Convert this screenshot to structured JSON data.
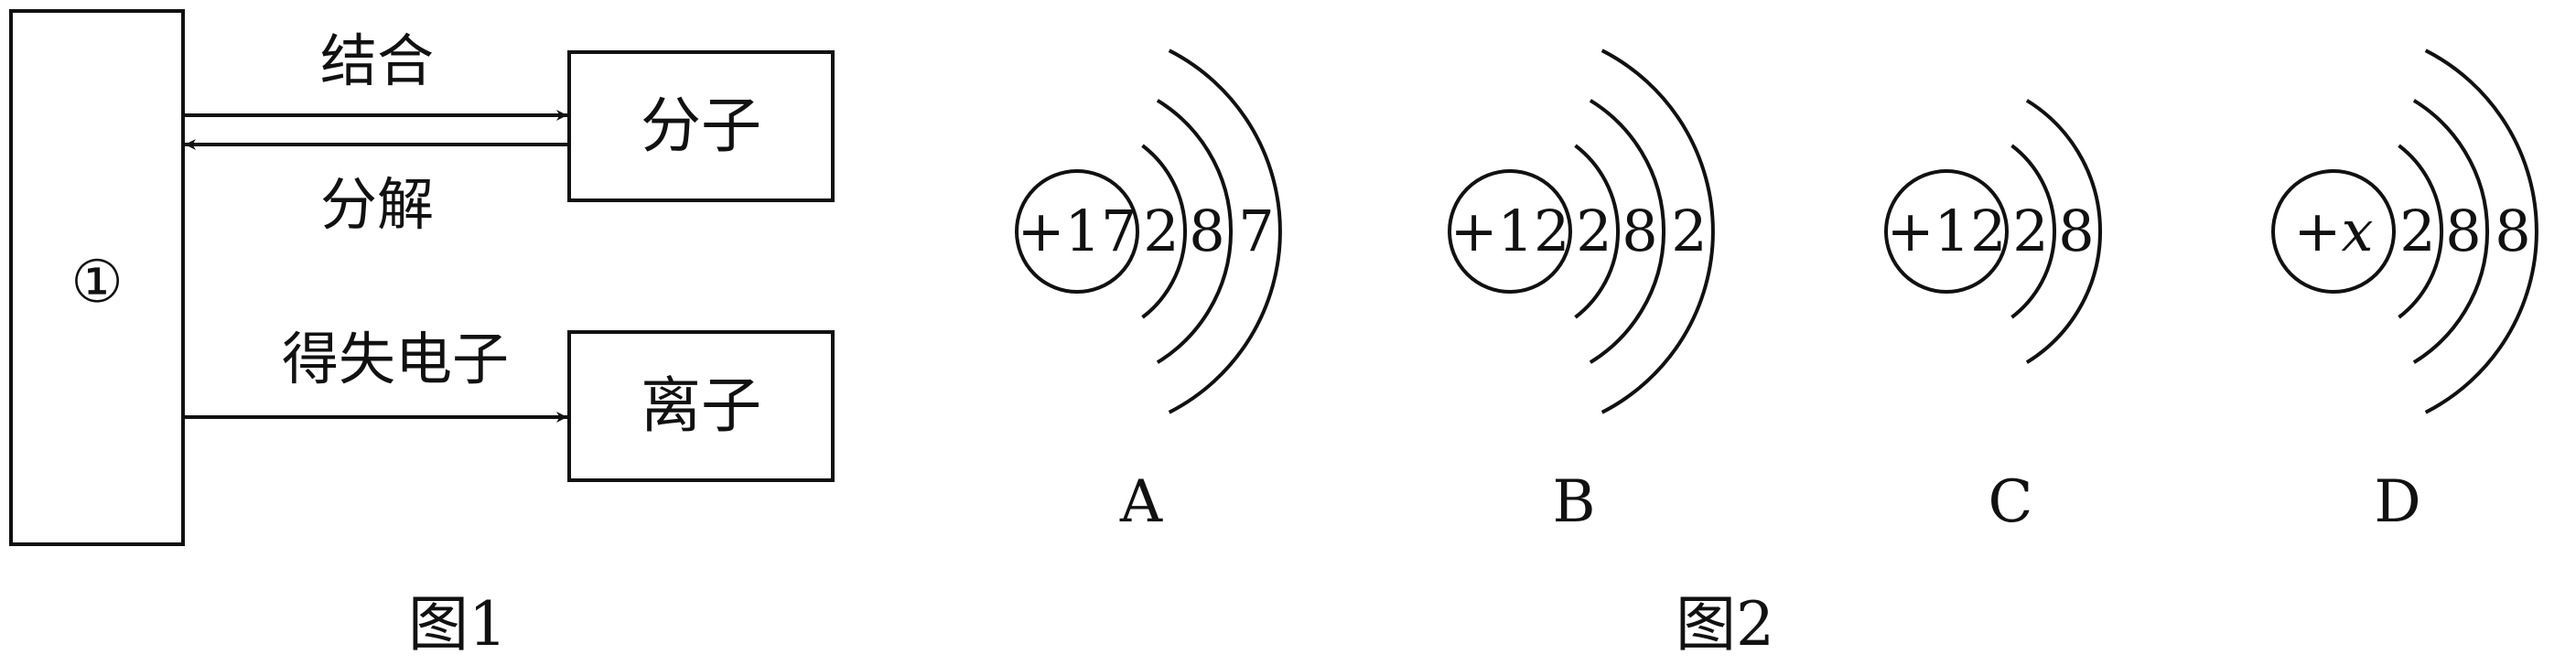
{
  "figure1": {
    "caption": "图1",
    "main_box_label": "①",
    "molecule_box_label": "分子",
    "ion_box_label": "离子",
    "arrow_combine_label": "结合",
    "arrow_decompose_label": "分解",
    "arrow_electron_label": "得失电子"
  },
  "figure2": {
    "caption": "图2",
    "structures": [
      {
        "option": "A",
        "nucleus": "+17",
        "italic_x": false,
        "shells": [
          "2",
          "8",
          "7"
        ]
      },
      {
        "option": "B",
        "nucleus": "+12",
        "italic_x": false,
        "shells": [
          "2",
          "8",
          "2"
        ]
      },
      {
        "option": "C",
        "nucleus": "+12",
        "italic_x": false,
        "shells": [
          "2",
          "8"
        ]
      },
      {
        "option": "D",
        "nucleus": "+x",
        "italic_x": true,
        "shells": [
          "2",
          "8",
          "8"
        ]
      }
    ]
  },
  "colors": {
    "ink": "#111111",
    "background": "#ffffff"
  }
}
